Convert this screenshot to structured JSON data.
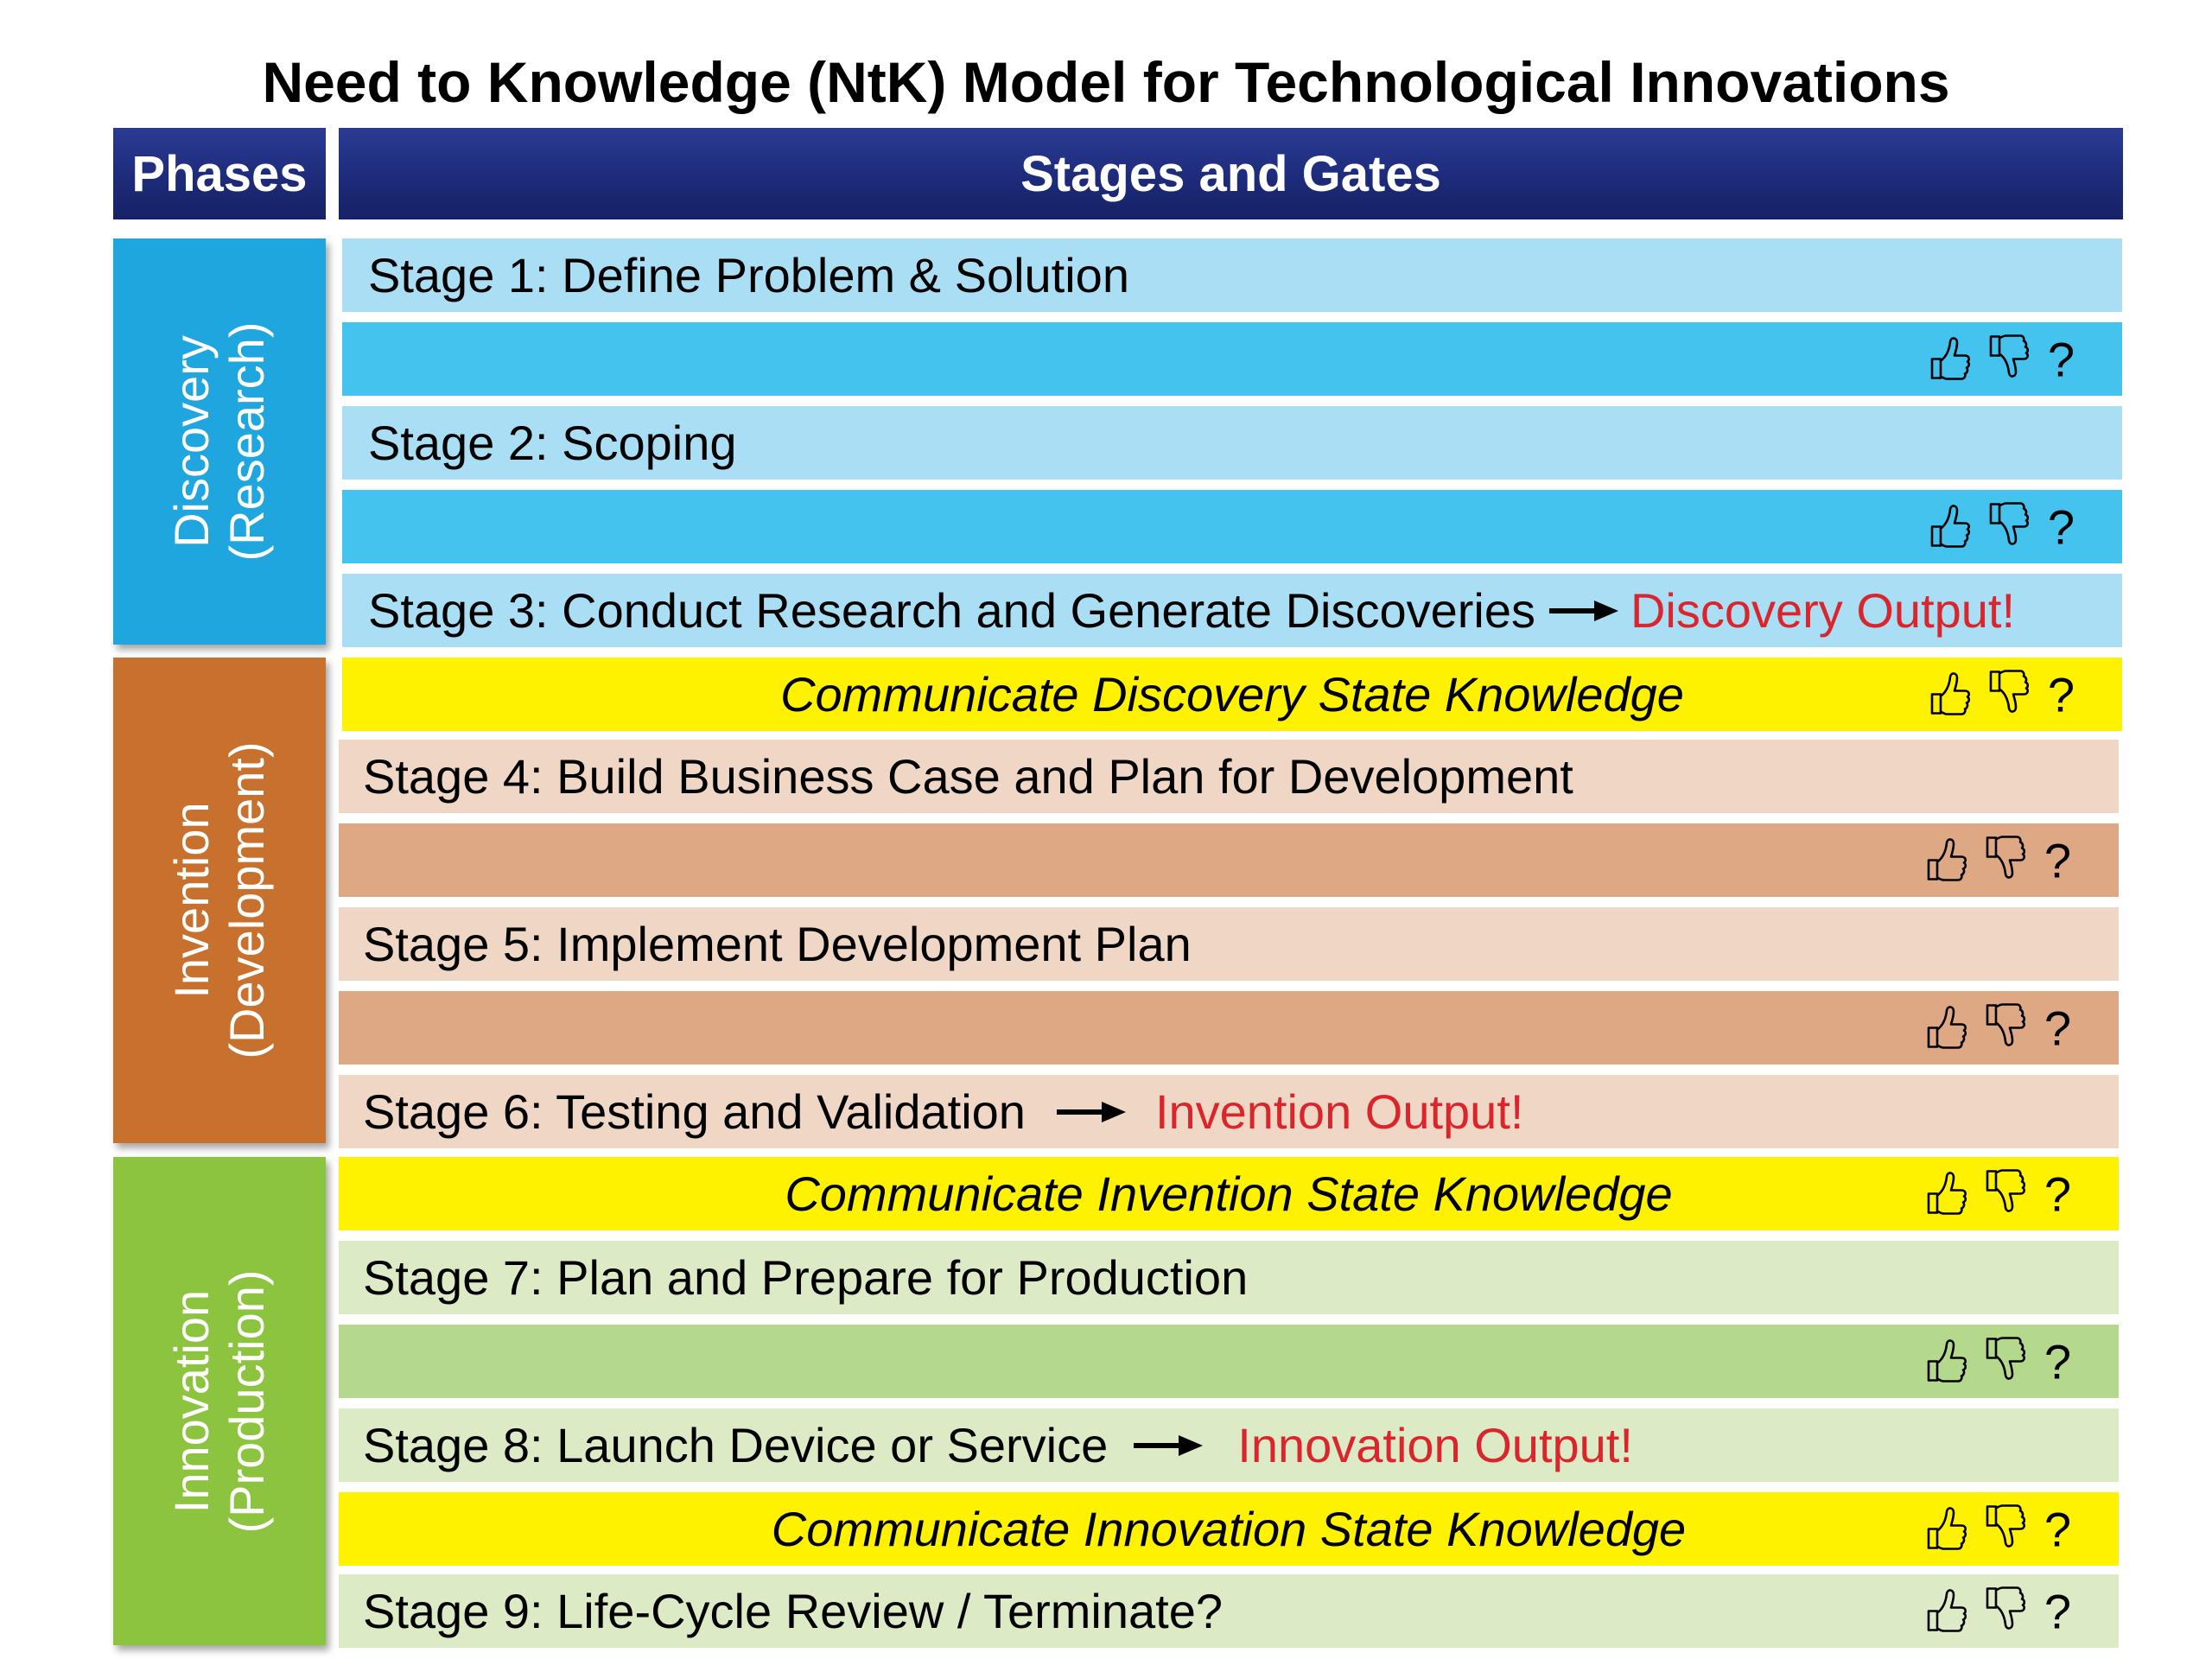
{
  "title": "Need to Knowledge (NtK) Model for Technological Innovations",
  "headers": {
    "phases": "Phases",
    "stages": "Stages and Gates"
  },
  "phases": [
    {
      "line1": "Discovery",
      "line2": "(Research)",
      "color": "#1fa6de"
    },
    {
      "line1": "Invention",
      "line2": "(Development)",
      "color": "#c8702e"
    },
    {
      "line1": "Innovation",
      "line2": "(Production)",
      "color": "#8cc43f"
    }
  ],
  "stages": [
    {
      "label": "Stage 1: Define Problem & Solution"
    },
    {
      "label": "Stage 2: Scoping"
    },
    {
      "label": "Stage 3: Conduct Research and Generate Discoveries",
      "output": "Discovery Output!"
    },
    {
      "label": "Stage 4: Build Business Case and Plan for Development"
    },
    {
      "label": "Stage 5: Implement Development Plan"
    },
    {
      "label": "Stage 6: Testing and Validation",
      "output": "Invention Output!"
    },
    {
      "label": "Stage 7: Plan and Prepare for Production"
    },
    {
      "label": "Stage 8: Launch Device or Service",
      "output": "Innovation Output!"
    },
    {
      "label": "Stage 9: Life-Cycle Review / Terminate?"
    }
  ],
  "communicate": [
    "Communicate Discovery State Knowledge",
    "Communicate Invention State Knowledge",
    "Communicate Innovation State Knowledge"
  ],
  "gate_question": "?",
  "gate_icons": [
    "thumbs-up-icon",
    "thumbs-down-icon",
    "question-mark"
  ],
  "colors": {
    "header": "#1d2b7a",
    "discovery_stage": "#a9def5",
    "discovery_gate": "#45c3ef",
    "invention_stage": "#f0d6c4",
    "invention_gate": "#dfa884",
    "innovation_stage": "#dcebc6",
    "innovation_gate": "#b5d98c",
    "communicate": "#fff200",
    "output_text": "#d9252b"
  }
}
